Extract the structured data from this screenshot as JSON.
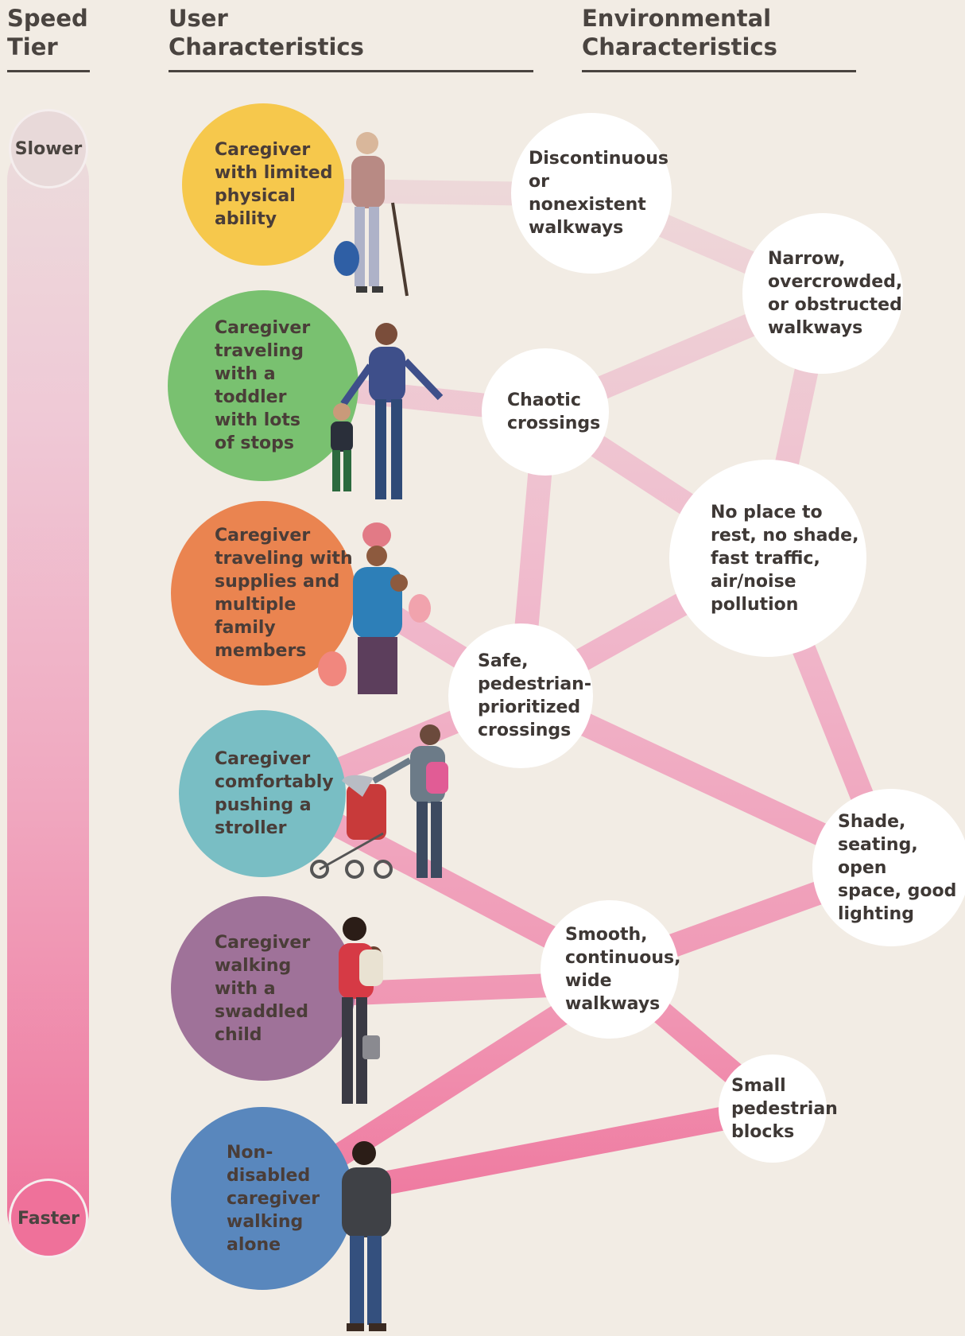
{
  "headers": {
    "speed": "Speed\nTier",
    "user": "User\nCharacteristics",
    "env": "Environmental\nCharacteristics"
  },
  "tiers": {
    "slow": "Slower",
    "fast": "Faster"
  },
  "users": [
    {
      "label": "Caregiver\nwith limited\nphysical\nability",
      "color": "#f6c84c"
    },
    {
      "label": "Caregiver\ntraveling\nwith a\ntoddler\nwith lots\nof stops",
      "color": "#79c170"
    },
    {
      "label": "Caregiver\ntraveling with\nsupplies and\nmultiple\nfamily\nmembers",
      "color": "#ea8450"
    },
    {
      "label": "Caregiver\ncomfortably\npushing a\nstroller",
      "color": "#79bec4"
    },
    {
      "label": "Caregiver\nwalking\nwith a\nswaddled\nchild",
      "color": "#9f7299"
    },
    {
      "label": "Non-\ndisabled\ncaregiver\nwalking\nalone",
      "color": "#5987bd"
    }
  ],
  "environments": [
    {
      "label": "Discontinuous\nor nonexistent\nwalkways"
    },
    {
      "label": "Narrow,\novercrowded,\nor obstructed\nwalkways"
    },
    {
      "label": "Chaotic\ncrossings"
    },
    {
      "label": "No place to\nrest, no shade,\nfast traffic,\nair/noise\npollution"
    },
    {
      "label": "Safe,\npedestrian-\nprioritized\ncrossings"
    },
    {
      "label": "Shade,\nseating, open\nspace, good\nlighting"
    },
    {
      "label": "Smooth,\ncontinuous,\nwide\nwalkways"
    },
    {
      "label": "Small\npedestrian\nblocks"
    }
  ],
  "colors": {
    "background": "#f2ece4",
    "slow_pink": "#ecdcdc",
    "fast_pink": "#ee6f98"
  }
}
